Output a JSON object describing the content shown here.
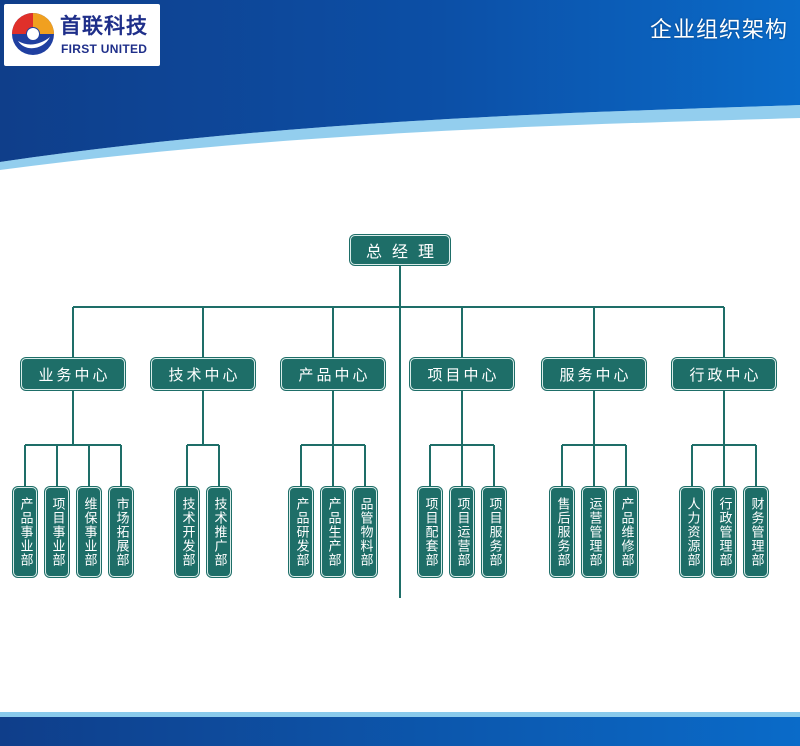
{
  "header": {
    "logo_cn": "首联科技",
    "logo_en": "FIRST UNITED",
    "page_title": "企业组织架构",
    "colors": {
      "banner_dark": "#0f3e8a",
      "banner_light": "#0a6bc9",
      "node_fill": "#1e6e68",
      "connector": "#1e6e68"
    }
  },
  "org": {
    "root": "总经理",
    "centers": [
      {
        "label": "业务中心",
        "departments": [
          "产品事业部",
          "项目事业部",
          "维保事业部",
          "市场拓展部"
        ]
      },
      {
        "label": "技术中心",
        "departments": [
          "技术开发部",
          "技术推广部"
        ]
      },
      {
        "label": "产品中心",
        "departments": [
          "产品研发部",
          "产品生产部",
          "品管物料部"
        ]
      },
      {
        "label": "项目中心",
        "departments": [
          "项目配套部",
          "项目运营部",
          "项目服务部"
        ]
      },
      {
        "label": "服务中心",
        "departments": [
          "售后服务部",
          "运营管理部",
          "产品维修部"
        ]
      },
      {
        "label": "行政中心",
        "departments": [
          "人力资源部",
          "行政管理部",
          "财务管理部"
        ]
      }
    ]
  }
}
